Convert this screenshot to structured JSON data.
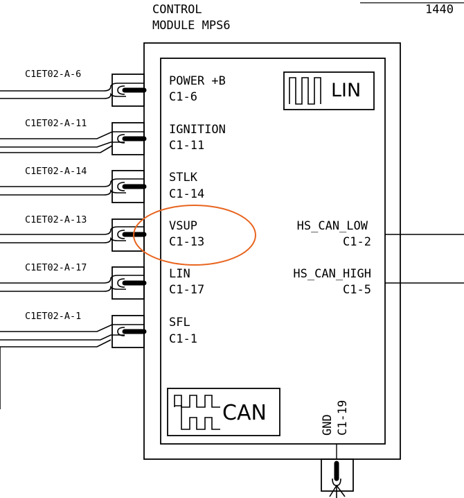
{
  "module": {
    "title_line1": "CONTROL",
    "title_line2": "MODULE MPS6",
    "sheet_ref": "1440"
  },
  "left_pins": [
    {
      "connector": "C1ET02-A-6",
      "name": "POWER +B",
      "pin": "C1-6"
    },
    {
      "connector": "C1ET02-A-11",
      "name": "IGNITION",
      "pin": "C1-11"
    },
    {
      "connector": "C1ET02-A-14",
      "name": "STLK",
      "pin": "C1-14"
    },
    {
      "connector": "C1ET02-A-13",
      "name": "VSUP",
      "pin": "C1-13"
    },
    {
      "connector": "C1ET02-A-17",
      "name": "LIN",
      "pin": "C1-17"
    },
    {
      "connector": "C1ET02-A-1",
      "name": "SFL",
      "pin": "C1-1"
    }
  ],
  "right_pins": [
    {
      "name": "HS_CAN_LOW",
      "pin": "C1-2"
    },
    {
      "name": "HS_CAN_HIGH",
      "pin": "C1-5"
    }
  ],
  "bottom_pin": {
    "name": "GND",
    "pin": "C1-19"
  },
  "badges": {
    "lin": "LIN",
    "can": "CAN"
  },
  "highlight": {
    "target": "VSUP",
    "color": "#e8641e"
  }
}
